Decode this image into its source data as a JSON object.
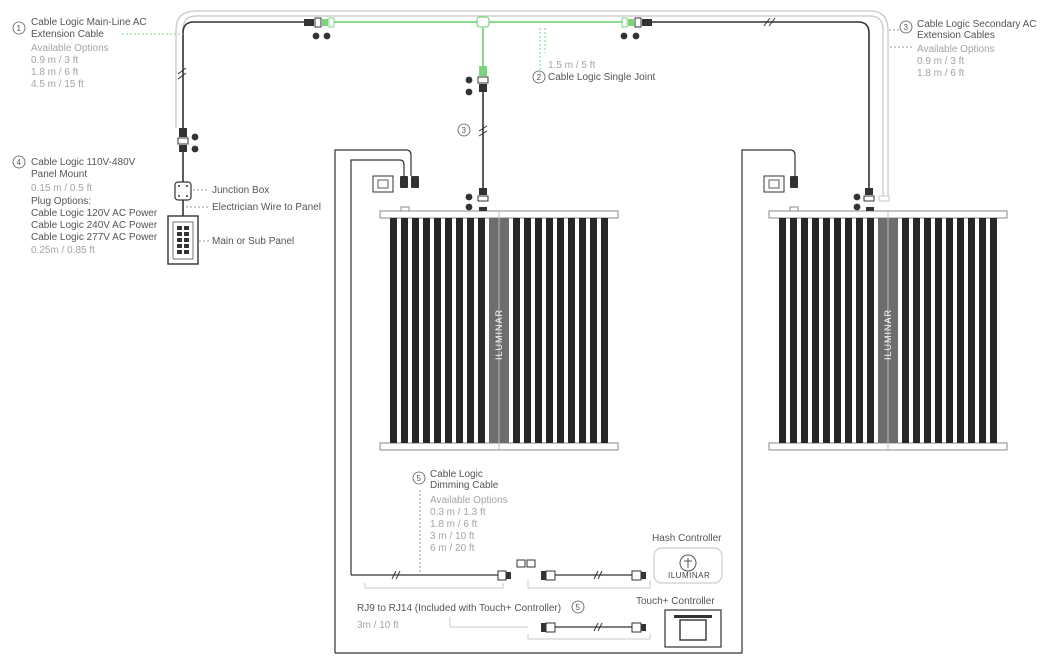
{
  "callouts": {
    "c1": {
      "num": "1",
      "title1": "Cable Logic Main-Line AC",
      "title2": "Extension Cable",
      "options_label": "Available Options",
      "options": [
        "0.9 m / 3 ft",
        "1.8 m / 6 ft",
        "4.5 m / 15 ft"
      ]
    },
    "c2": {
      "num": "2",
      "length": "1.5 m / 5 ft",
      "title": "Cable Logic Single Joint"
    },
    "c3": {
      "num": "3",
      "title1": "Cable Logic Secondary AC",
      "title2": "Extension Cables",
      "options_label": "Available Options",
      "options": [
        "0.9 m / 3 ft",
        "1.8 m / 6 ft"
      ]
    },
    "c3b": {
      "num": "3"
    },
    "c4": {
      "num": "4",
      "title1": "Cable Logic 110V-480V",
      "title2": "Panel Mount",
      "length": "0.15 m / 0.5 ft",
      "plug_label": "Plug Options:",
      "plugs": [
        "Cable Logic 120V AC Power",
        "Cable Logic 240V AC Power",
        "Cable Logic 277V AC Power"
      ],
      "length2": "0.25m / 0.85 ft"
    },
    "c5": {
      "num": "5",
      "title1": "Cable Logic",
      "title2": "Dimming Cable",
      "options_label": "Available Options",
      "options": [
        "0.3 m / 1.3 ft",
        "1.8 m / 6 ft",
        "3 m / 10 ft",
        "6 m / 20 ft"
      ]
    },
    "c5b": {
      "num": "5",
      "title": "RJ9 to RJ14 (Included with Touch+ Controller)",
      "length": "3m / 10 ft"
    }
  },
  "labels": {
    "junction_box": "Junction Box",
    "electrician_wire": "Electrician Wire to Panel",
    "main_panel": "Main or Sub Panel",
    "hash_controller": "Hash Controller",
    "touch_controller": "Touch+ Controller"
  },
  "fixtures": {
    "brand": "ILUMINAR"
  },
  "colors": {
    "accent_green": "#7dd47f",
    "cable_dark": "#333333",
    "cable_light": "#c8c8c8",
    "bar_dark": "#262626"
  }
}
